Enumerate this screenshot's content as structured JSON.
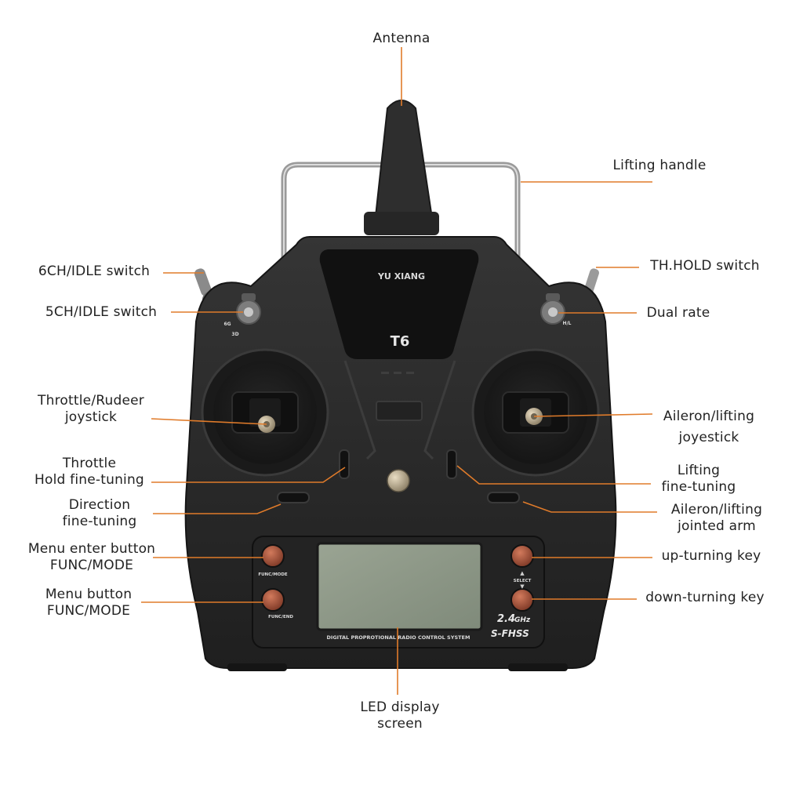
{
  "device": {
    "brand": "YU XIANG",
    "model": "T6",
    "lcd_caption": "DIGITAL PROPROTIONAL RADIO CONTROL SYSTEM",
    "band": "2.4",
    "band_unit": "GHz",
    "protocol": "S-FHSS",
    "func_mode_key": "FUNC/MODE",
    "func_end_key": "FUNC/END",
    "select_key": "SELECT",
    "mode_6g": "6G",
    "mode_3d": "3D",
    "hl": "H/L"
  },
  "labels": {
    "antenna": "Antenna",
    "lifting_handle": "Lifting handle",
    "ch6_switch": "6CH/IDLE switch",
    "ch5_switch": "5CH/IDLE switch",
    "th_hold_switch": "TH.HOLD switch",
    "dual_rate": "Dual rate",
    "throttle_joystick_1": "Throttle/Rudeer",
    "throttle_joystick_2": "joystick",
    "aileron_joystick_1": "Aileron/lifting",
    "aileron_joystick_2": "joyestick",
    "throttle_hold_1": "Throttle",
    "throttle_hold_2": "Hold fine-tuning",
    "lifting_fine_1": "Lifting",
    "lifting_fine_2": "fine-tuning",
    "direction_fine_1": "Direction",
    "direction_fine_2": "fine-tuning",
    "aileron_arm_1": "Aileron/lifting",
    "aileron_arm_2": "jointed arm",
    "menu_enter_1": "Menu enter button",
    "menu_enter_2": "FUNC/MODE",
    "up_key": "up-turning key",
    "menu_btn_1": "Menu button",
    "menu_btn_2": "FUNC/MODE",
    "down_key": "down-turning key",
    "led_1": "LED display",
    "led_2": "screen"
  },
  "colors": {
    "leader": "#e07b2a",
    "body": "#2b2b2b",
    "body_dark": "#1c1c1c",
    "lcd": "#8f9a8a",
    "button": "#b2593f"
  }
}
